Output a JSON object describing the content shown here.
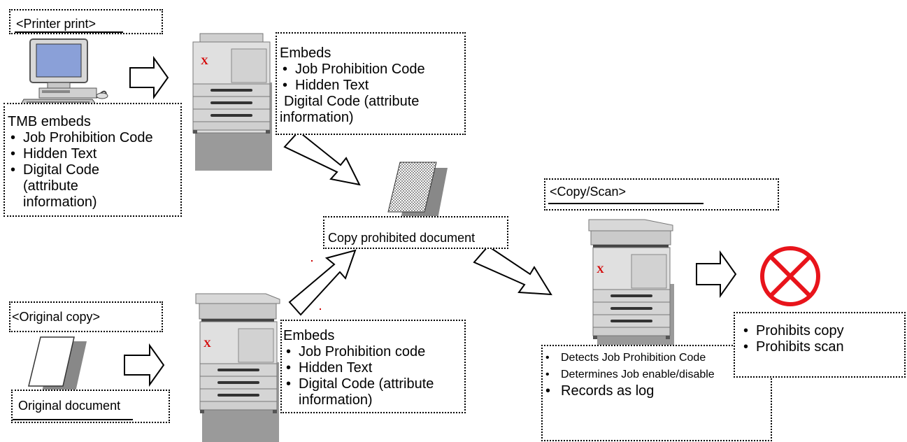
{
  "printer_print": {
    "heading": "<Printer print>",
    "tmb_title": "TMB embeds",
    "tmb_items": [
      "Job Prohibition Code",
      "Hidden Text",
      "Digital Code (attribute information)"
    ],
    "embeds_title": "Embeds",
    "embeds_items": [
      "Job Prohibition Code",
      "Hidden Text"
    ],
    "embeds_extra": "Digital Code (attribute information)"
  },
  "copy_prohibited_document": "Copy prohibited document",
  "original_copy": {
    "heading": "<Original copy>",
    "document_label": "Original document",
    "embeds_title": "Embeds",
    "embeds_items": [
      "Job Prohibition code",
      "Hidden Text",
      "Digital Code (attribute information)"
    ]
  },
  "copy_scan": {
    "heading": "<Copy/Scan>",
    "detect_items": [
      "Detects Job Prohibition Code",
      "Determines Job enable/disable"
    ],
    "log_item": "Records as log",
    "result_items": [
      "Prohibits copy",
      "Prohibits scan"
    ]
  },
  "printer_brand_mark": "X",
  "colors": {
    "device_body": "#d9d9d9",
    "device_shadow": "#9a9a9a",
    "prohibit_red": "#e8141b",
    "brand_red": "#d40000"
  }
}
